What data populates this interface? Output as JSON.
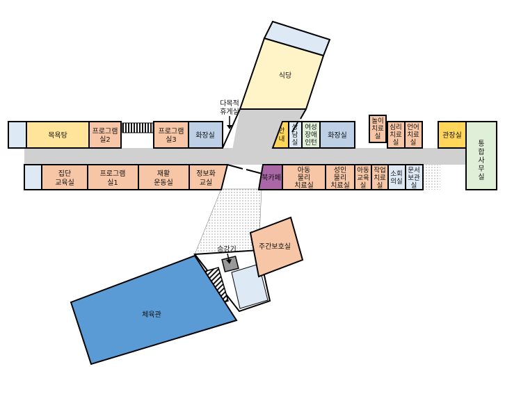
{
  "colors": {
    "corridor": "#d0d0d0",
    "salmon": "#f6c6a6",
    "yellow": "#ffe49a",
    "gold": "#ffd55a",
    "blue_room": "#bdd0e6",
    "light_blue": "#dde9f5",
    "green": "#e0f0d8",
    "purple": "#a967a5",
    "gym_blue": "#5b9bd5",
    "cafeteria": "#fff3c8"
  },
  "rooms": {
    "bath": "목욕탕",
    "program2": [
      "프로그램",
      "실2"
    ],
    "program3": [
      "프로그램",
      "실3"
    ],
    "restroom_a": "화장실",
    "multipurpose_rest": [
      "다목적",
      "휴게실"
    ],
    "cafeteria": "식당",
    "info": [
      "안",
      "내"
    ],
    "counsel": [
      "상",
      "담",
      "실"
    ],
    "women_disabled_intern": [
      "여성",
      "장애",
      "인턴"
    ],
    "restroom_b": "화장실",
    "play_therapy": [
      "놀이",
      "치료",
      "실"
    ],
    "psych_therapy": [
      "심리",
      "치료",
      "실"
    ],
    "speech_therapy": [
      "언어",
      "치료",
      "실"
    ],
    "manager": "관장실",
    "integrated_office": [
      "통",
      "합",
      "사",
      "무",
      "실"
    ],
    "group_edu": [
      "집단",
      "교육실"
    ],
    "program1": [
      "프로그램",
      "실1"
    ],
    "rehab_gym": [
      "재활",
      "운동실"
    ],
    "info_room": [
      "정보화",
      "교실"
    ],
    "book_cafe": "북카페",
    "child_physio": [
      "아동",
      "물리",
      "치료실"
    ],
    "adult_physio": [
      "성인",
      "물리",
      "치료실"
    ],
    "child_edu": [
      "아동",
      "교육",
      "실"
    ],
    "occupational": [
      "작업",
      "치료",
      "실"
    ],
    "small_meeting": [
      "소회",
      "의실"
    ],
    "archive": [
      "문서",
      "보관",
      "실"
    ],
    "elevator": "승강기",
    "day_care": "주간보호실",
    "gymnasium": "체육관"
  }
}
